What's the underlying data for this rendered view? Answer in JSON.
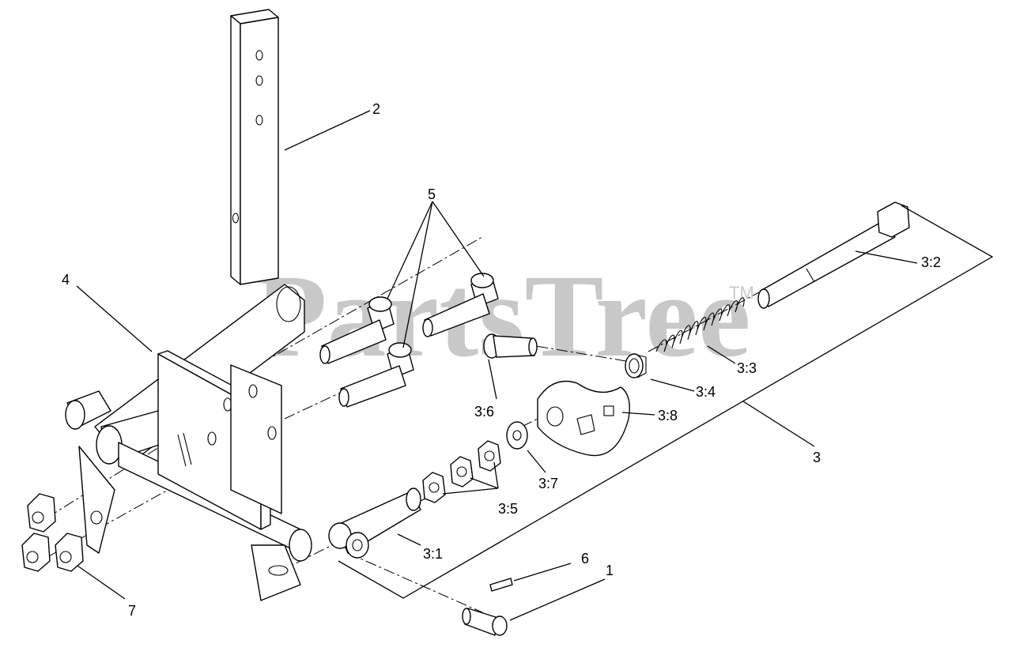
{
  "watermark": {
    "text": "PartsTree",
    "trademark": "TM"
  },
  "callouts": {
    "c1": "1",
    "c2": "2",
    "c3": "3",
    "c3_1": "3:1",
    "c3_2": "3:2",
    "c3_3": "3:3",
    "c3_4": "3:4",
    "c3_5": "3:5",
    "c3_6": "3:6",
    "c3_7": "3:7",
    "c3_8": "3:8",
    "c4": "4",
    "c5": "5",
    "c6": "6",
    "c7": "7"
  }
}
